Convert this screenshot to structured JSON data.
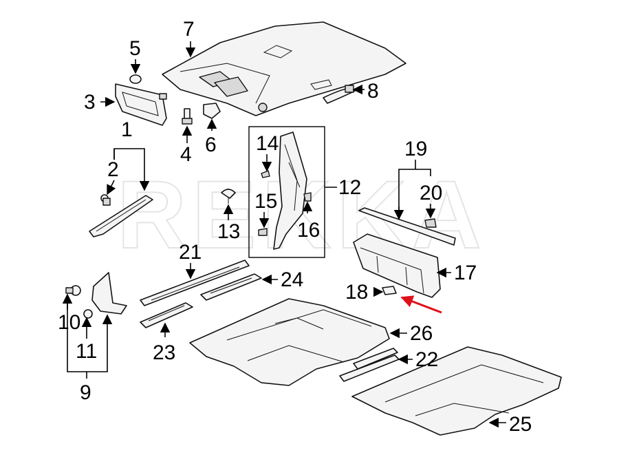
{
  "watermark": "REKKA",
  "callouts": {
    "n1": "1",
    "n2": "2",
    "n3": "3",
    "n4": "4",
    "n5": "5",
    "n6": "6",
    "n7": "7",
    "n8": "8",
    "n9": "9",
    "n10": "10",
    "n11": "11",
    "n12": "12",
    "n13": "13",
    "n14": "14",
    "n15": "15",
    "n16": "16",
    "n17": "17",
    "n18": "18",
    "n19": "19",
    "n20": "20",
    "n21": "21",
    "n22": "22",
    "n23": "23",
    "n24": "24",
    "n25": "25",
    "n26": "26"
  },
  "colors": {
    "highlight_arrow": "#e0101a",
    "line": "#000000",
    "part_fill": "#f4f4f4"
  }
}
